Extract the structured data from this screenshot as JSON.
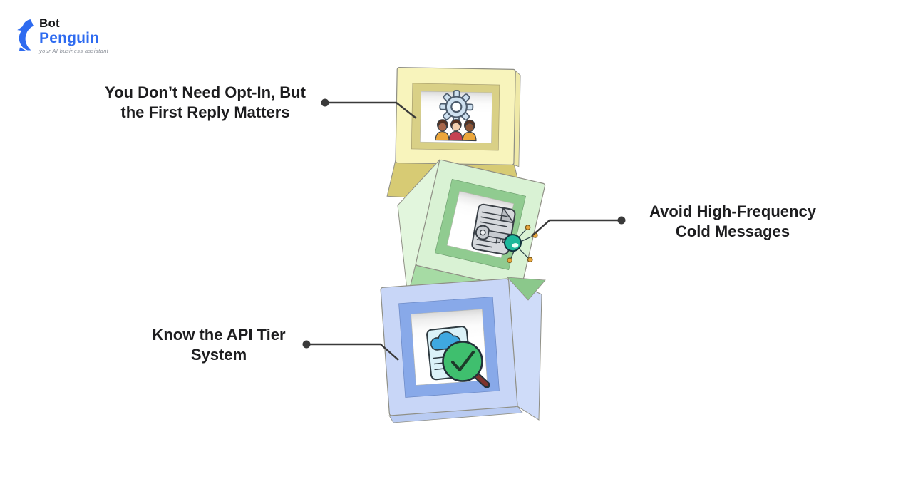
{
  "logo": {
    "brand_top": "Bot",
    "brand_bottom": "Penguin",
    "tagline": "your AI business assistant"
  },
  "steps": [
    {
      "id": 1,
      "label": "You Don’t Need Opt-In, But\nthe First Reply Matters",
      "icon": "gear-team-icon",
      "box_color": "yellow"
    },
    {
      "id": 2,
      "label": "Avoid High-Frequency\nCold Messages",
      "icon": "document-key-icon",
      "box_color": "green"
    },
    {
      "id": 3,
      "label": "Know the API Tier\nSystem",
      "icon": "document-check-magnifier-icon",
      "box_color": "blue"
    }
  ],
  "theme": {
    "logo-blue": "#2e6bf0",
    "logo-black": "#17181a",
    "tagline-gray": "#8a8f98",
    "text-dark": "#1d1d1f",
    "line": "#3a3a3a",
    "outline": "#8f8f85",
    "yellow-face": "#f8f4bc",
    "yellow-bevel": "#d9d086",
    "yellow-side": "#d7cb74",
    "green-face": "#d9f2d4",
    "green-bevel": "#90cb90",
    "green-side": "#e2f6dd",
    "green-bottom": "#a6dba4",
    "green-tip": "#8bc88b",
    "blue-face": "#c8d6f7",
    "blue-bevel": "#88a9e9",
    "blue-side": "#cfdcf9",
    "blue-bottom": "#b9cbf2",
    "gear-fill": "#cfe1f0",
    "gear-stroke": "#4e5d6e",
    "icon-stroke": "#3a4047",
    "hair": "#55301f",
    "skin-left": "#a9674a",
    "skin-mid": "#f2cfae",
    "skin-right": "#8d5638",
    "shirt-yellow": "#eba63b",
    "shirt-red": "#c64252",
    "doc-gray": "#d6d9dd",
    "doc-fold": "#b9bdc2",
    "key-gray": "#c7cbd0",
    "key-teal": "#1db89b",
    "node-orange": "#e8a63c",
    "doc-cyan": "#dbf2f8",
    "cloud-blue": "#3fa8e0",
    "magnifier-green": "#3fbf6e",
    "handle-red": "#7e322d",
    "check-dark": "#1d3b2a"
  }
}
